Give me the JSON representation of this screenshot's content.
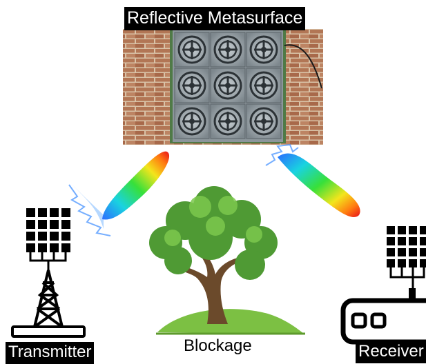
{
  "labels": {
    "metasurface": "Reflective Metasurface",
    "transmitter": "Transmitter",
    "blockage": "Blockage",
    "receiver": "Receiver"
  },
  "colors": {
    "brick": "#b07a5a",
    "mortar": "#d9c3a8",
    "panel": "#9aa3a8",
    "panel_frame": "#3e6b3a",
    "tree_leaves": "#5aa63a",
    "tree_trunk": "#6b4a2b",
    "grass": "#7cc043",
    "device": "#000000"
  },
  "icons": {
    "metasurface": "metasurface-panel-icon",
    "transmitter": "antenna-tower-icon",
    "receiver": "router-icon",
    "blockage": "tree-icon",
    "beams": "radiation-beam-icon"
  }
}
